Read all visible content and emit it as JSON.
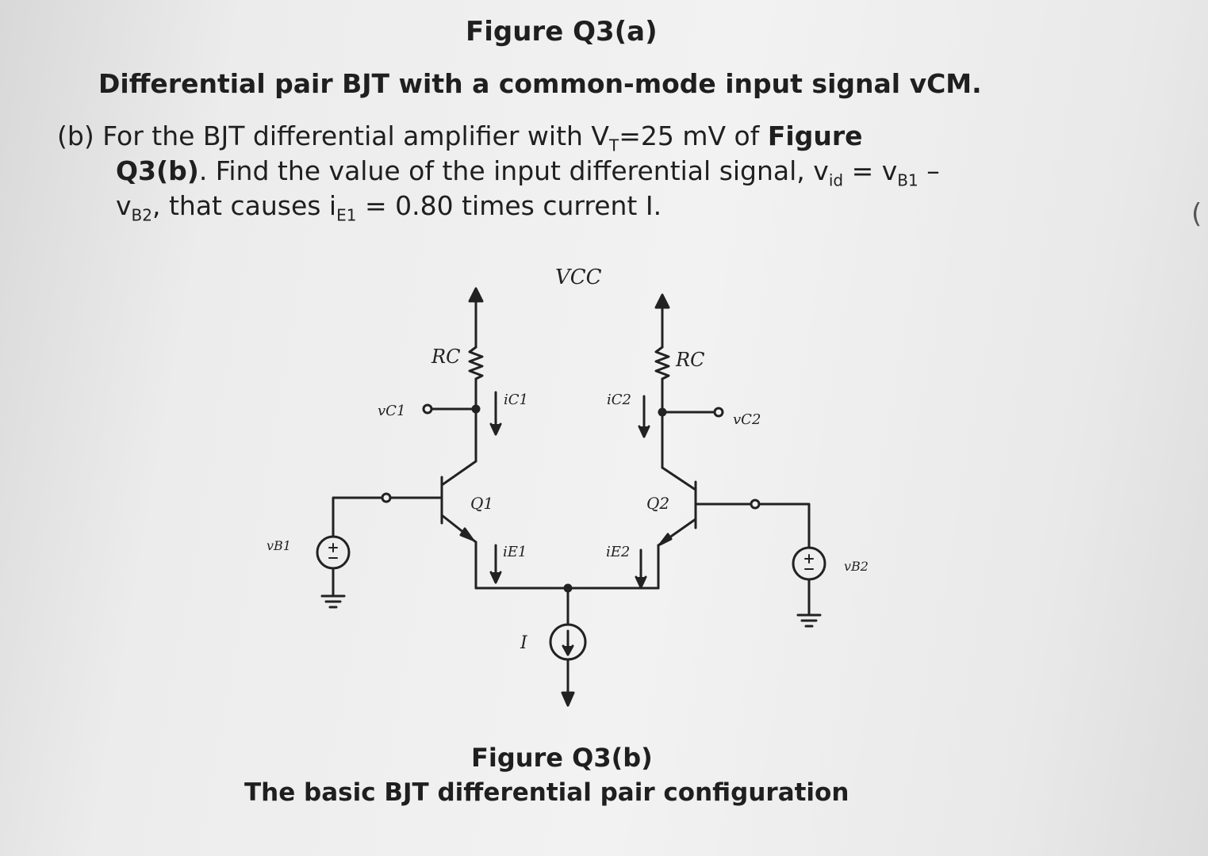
{
  "figure_a": {
    "title": "Figure Q3(a)",
    "caption": "Differential pair BJT with a common-mode input signal vCM."
  },
  "question": {
    "label": "(b)",
    "line1_text": "For the BJT differential amplifier with V",
    "vt_sub": "T",
    "line1_text_b": "=25 mV of ",
    "line1_bold": "Figure",
    "line2_bold": "Q3(b)",
    "line2_text": ". Find the value of the input differential signal, v",
    "vid_sub": "id",
    "line2_eq": " = v",
    "vb1_sub": "B1",
    "line2_tail": " –",
    "line3_v": "v",
    "vb2_sub": "B2",
    "line3_text": ", that causes i",
    "ie1_sub": "E1",
    "line3_tail": " = 0.80 times current I."
  },
  "edge_char": "(",
  "circuit": {
    "vcc": "VCC",
    "rc_left": "RC",
    "rc_right": "RC",
    "vc1": "vC1",
    "vc2": "vC2",
    "ic1": "iC1",
    "ic2": "iC2",
    "q1": "Q1",
    "q2": "Q2",
    "ie1": "iE1",
    "ie2": "iE2",
    "vb1": "vB1",
    "vb2": "vB2",
    "current_source": "I"
  },
  "figure_b": {
    "title": "Figure Q3(b)",
    "caption": "The basic BJT differential pair configuration"
  }
}
